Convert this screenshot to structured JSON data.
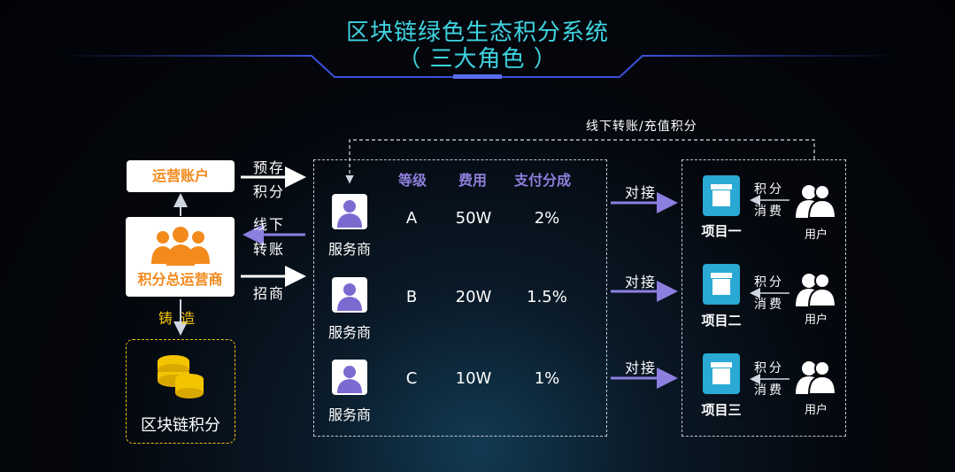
{
  "title": {
    "line1": "区块链绿色生态积分系统",
    "line2": "（ 三大角色 ）"
  },
  "operator": {
    "account_label": "运营账户",
    "main_label": "积分总运营商",
    "coin_label": "区块链积分",
    "mint_label": "铸 造"
  },
  "flows": {
    "prestore_line1": "预存",
    "prestore_line2": "积分",
    "offline_line1": "线下",
    "offline_line2": "转账",
    "recruit": "招商",
    "dock": "对接",
    "top_dashed": "线下转账/充值积分"
  },
  "table": {
    "headers": [
      "等级",
      "费用",
      "支付分成"
    ],
    "rows": [
      {
        "level": "A",
        "fee": "50W",
        "share": "2%"
      },
      {
        "level": "B",
        "fee": "20W",
        "share": "1.5%"
      },
      {
        "level": "C",
        "fee": "10W",
        "share": "1%"
      }
    ],
    "provider_label": "服务商"
  },
  "projects": [
    {
      "name": "项目一"
    },
    {
      "name": "项目二"
    },
    {
      "name": "项目三"
    }
  ],
  "user": {
    "label": "用户",
    "spend_line1": "积分",
    "spend_line2": "消费"
  },
  "colors": {
    "title": "#3fd3e0",
    "orange": "#f28a1c",
    "purple": "#7b6bd0",
    "header": "#8f7fdc",
    "gold": "#f5c400",
    "project": "#29a9d4"
  }
}
